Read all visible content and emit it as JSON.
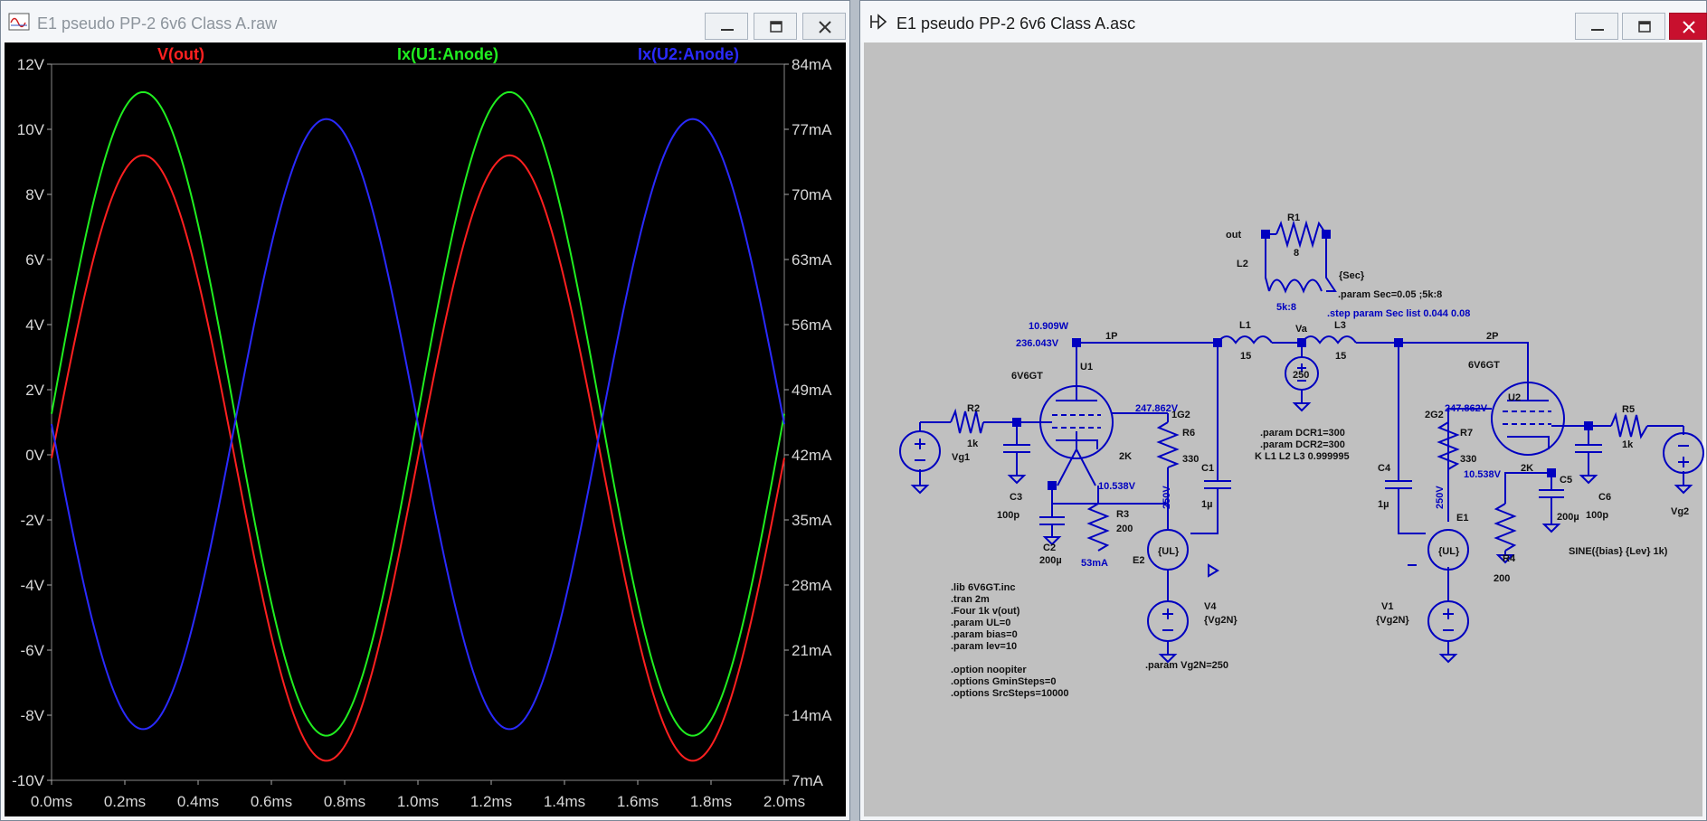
{
  "waveform_window": {
    "title": "E1 pseudo PP-2 6v6 Class A.raw",
    "icon": "waveform-app-icon"
  },
  "schematic_window": {
    "title": "E1 pseudo PP-2 6v6 Class A.asc",
    "icon": "schematic-app-icon"
  },
  "window_buttons": [
    "minimize-icon",
    "maximize-icon",
    "close-icon"
  ],
  "chart_data": {
    "type": "line",
    "x_unit": "ms",
    "xlim": [
      0,
      2.0
    ],
    "x_ticks": [
      0.0,
      0.2,
      0.4,
      0.6,
      0.8,
      1.0,
      1.2,
      1.4,
      1.6,
      1.8,
      2.0
    ],
    "x_tick_labels": [
      "0.0ms",
      "0.2ms",
      "0.4ms",
      "0.6ms",
      "0.8ms",
      "1.0ms",
      "1.2ms",
      "1.4ms",
      "1.6ms",
      "1.8ms",
      "2.0ms"
    ],
    "left_axis": {
      "unit": "V",
      "ylim": [
        -10,
        12
      ],
      "ticks": [
        12,
        10,
        8,
        6,
        4,
        2,
        0,
        -2,
        -4,
        -6,
        -8,
        -10
      ],
      "tick_labels": [
        "12V",
        "10V",
        "8V",
        "6V",
        "4V",
        "2V",
        "0V",
        "-2V",
        "-4V",
        "-6V",
        "-8V",
        "-10V"
      ]
    },
    "right_axis": {
      "unit": "mA",
      "ylim": [
        7,
        84
      ],
      "ticks": [
        84,
        77,
        70,
        63,
        56,
        49,
        42,
        35,
        28,
        21,
        14,
        7
      ],
      "tick_labels": [
        "84mA",
        "77mA",
        "70mA",
        "63mA",
        "56mA",
        "49mA",
        "42mA",
        "35mA",
        "28mA",
        "21mA",
        "14mA",
        "7mA"
      ]
    },
    "grid": false,
    "series": [
      {
        "name": "V(out)",
        "axis": "left",
        "color": "#ff2020",
        "kind": "sine",
        "offset": -0.1,
        "amplitude": 9.3,
        "freq_khz": 1,
        "phase": 0
      },
      {
        "name": "Ix(U1:Anode)",
        "axis": "right",
        "color": "#20ee20",
        "kind": "sine",
        "offset": 46.4,
        "amplitude": 34.6,
        "freq_khz": 1,
        "phase": 0
      },
      {
        "name": "Ix(U2:Anode)",
        "axis": "right",
        "color": "#2a2aff",
        "kind": "sine",
        "offset": 45.3,
        "amplitude": -32.8,
        "freq_khz": 1,
        "phase": 0
      }
    ]
  },
  "schematic": {
    "components": [
      {
        "id": "R1",
        "name": "R1",
        "value": "8"
      },
      {
        "id": "L2",
        "name": "L2",
        "value": "5k:8"
      },
      {
        "id": "L1",
        "name": "L1",
        "value": "15"
      },
      {
        "id": "L3",
        "name": "L3",
        "value": "15"
      },
      {
        "id": "Va",
        "name": "Va",
        "value": "250"
      },
      {
        "id": "U1",
        "name": "U1",
        "value": "6V6GT"
      },
      {
        "id": "U2",
        "name": "U2",
        "value": "6V6GT"
      },
      {
        "id": "R2",
        "name": "R2",
        "value": "1k"
      },
      {
        "id": "R5",
        "name": "R5",
        "value": "1k"
      },
      {
        "id": "R6",
        "name": "R6",
        "value": "330"
      },
      {
        "id": "R7",
        "name": "R7",
        "value": "330"
      },
      {
        "id": "R3",
        "name": "R3",
        "value": "200"
      },
      {
        "id": "R4",
        "name": "R4",
        "value": "200"
      },
      {
        "id": "C1",
        "name": "C1",
        "value": "1µ"
      },
      {
        "id": "C4",
        "name": "C4",
        "value": "1µ"
      },
      {
        "id": "C2",
        "name": "C2",
        "value": "200µ"
      },
      {
        "id": "C5",
        "name": "C5",
        "value": "200µ"
      },
      {
        "id": "C3",
        "name": "C3",
        "value": "100p"
      },
      {
        "id": "C6",
        "name": "C6",
        "value": "100p"
      },
      {
        "id": "E1",
        "name": "E1",
        "value": "{UL}"
      },
      {
        "id": "E2",
        "name": "E2",
        "value": "{UL}"
      },
      {
        "id": "V1",
        "name": "V1",
        "value": "{Vg2N}"
      },
      {
        "id": "V4",
        "name": "V4",
        "value": "{Vg2N}"
      },
      {
        "id": "Vg1",
        "name": "Vg1",
        "value": ""
      },
      {
        "id": "Vg2",
        "name": "Vg2",
        "value": "SINE({bias} {Lev} 1k)"
      }
    ],
    "net_labels": {
      "out": "out",
      "p1": "1P",
      "p2": "2P",
      "g2a": "1G2",
      "g2b": "2G2",
      "k1": "2K",
      "k2": "2K",
      "v250a": "250V",
      "v250b": "250V"
    },
    "probe_readouts": {
      "power": "10.909W",
      "plate1_v": "236.043V",
      "g2_1_v": "247.862V",
      "g2_2_v": "247.862V",
      "k1_v": "10.538V",
      "k2_v": "10.538V",
      "k1_i": "53mA"
    },
    "directives_top": [
      "{Sec}",
      ".param Sec=0.05 ;5k:8",
      ".step param Sec list 0.044 0.08"
    ],
    "directives_mid": [
      ".param DCR1=300",
      ".param DCR2=300",
      "K L1 L2  L3 0.999995"
    ],
    "directives_left": [
      ".lib 6V6GT.inc",
      ".tran 2m",
      ".Four 1k v(out)",
      ".param UL=0",
      ".param bias=0",
      ".param lev=10",
      "",
      ".option noopiter",
      ".options GminSteps=0",
      ".options SrcSteps=10000"
    ],
    "directive_v4": ".param Vg2N=250"
  }
}
